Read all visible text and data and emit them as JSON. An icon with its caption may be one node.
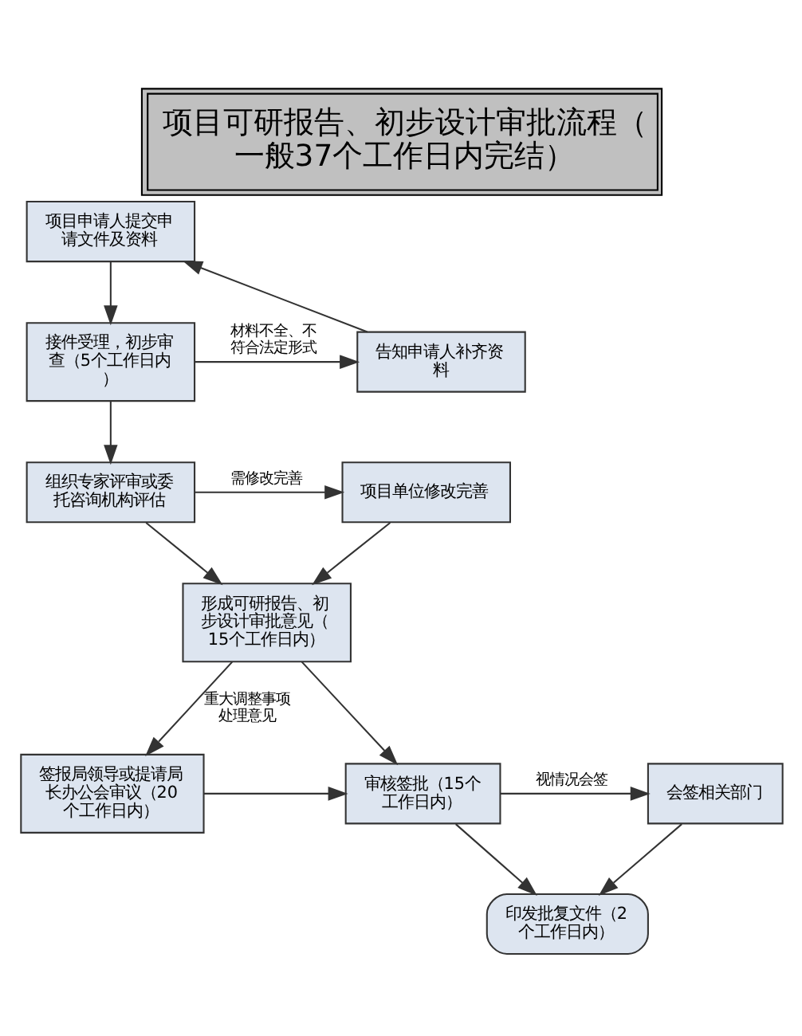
{
  "diagram": {
    "title": "项目可研报告、初步设计审批流程（一般37个工作日内完结）",
    "nodes": [
      {
        "text": [
          "项目申请人提交申请文件及资料"
        ]
      },
      {
        "text": [
          "接件受理，初步审查（5个工作日内）"
        ]
      },
      {
        "text": [
          "告知申请人补齐资料"
        ]
      },
      {
        "text": [
          "组织专家评审或委托咨询机构评估"
        ]
      },
      {
        "text": [
          "项目单位修改完善"
        ]
      },
      {
        "text": [
          "形成可研报告、初步设计审批意见（15个工作日内）"
        ]
      },
      {
        "text": [
          "审核签批（15个工作日内）"
        ]
      },
      {
        "text": [
          "签报局领导或提请局长办公会审议（20个工作日内）"
        ]
      },
      {
        "text": [
          "会签相关部门"
        ]
      },
      {
        "text": [
          "印发批复文件（2个工作日内）"
        ]
      }
    ],
    "edges": [
      {
        "from": 0,
        "to": 1,
        "arrow": "to"
      },
      {
        "from": 1,
        "to": 2,
        "arrow": "to",
        "label": "材料不全、不符合法定形式"
      },
      {
        "from": 2,
        "to": 0,
        "arrow": "to"
      },
      {
        "from": 1,
        "to": 3,
        "arrow": "to"
      },
      {
        "from": 3,
        "to": 4,
        "arrow": "to",
        "label": "需修改完善"
      },
      {
        "from": 3,
        "to": 5,
        "arrow": "to"
      },
      {
        "from": 4,
        "to": 5,
        "arrow": "to"
      },
      {
        "from": 5,
        "to": 6,
        "arrow": "to"
      },
      {
        "from": 5,
        "to": 7,
        "arrow": "to",
        "label": "重大调整事项处理意见"
      },
      {
        "from": 7,
        "to": 6,
        "arrow": "to"
      },
      {
        "from": 6,
        "to": 8,
        "arrow": "to",
        "label": "视情况会签"
      },
      {
        "from": 6,
        "to": 9,
        "arrow": "to"
      },
      {
        "from": 8,
        "to": 9,
        "arrow": "to"
      }
    ]
  }
}
